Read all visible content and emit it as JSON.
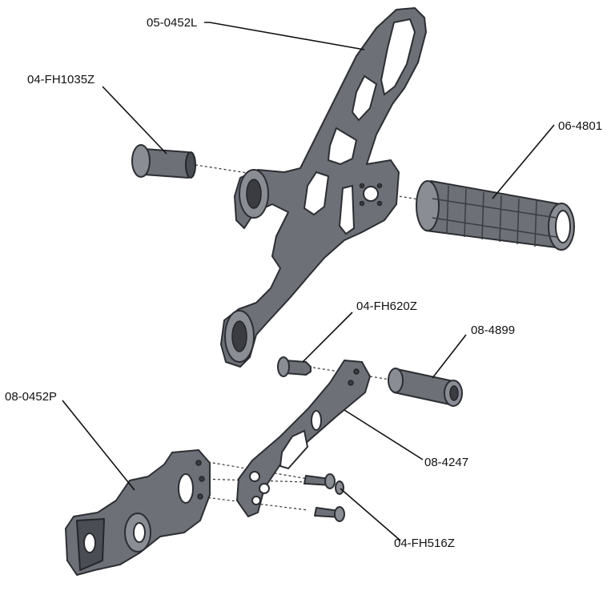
{
  "parts": {
    "bracket": "05-0452L",
    "bolt_top": "04-FH1035Z",
    "footpeg_rubber": "06-4801",
    "bolt_mid": "04-FH620Z",
    "spacer": "08-4899",
    "mount_plate": "08-0452P",
    "lever_arm": "08-4247",
    "bolts_small": "04-FH516Z"
  },
  "colors": {
    "part": "#6d7077",
    "outline": "#2c2e33",
    "background": "#ffffff"
  }
}
